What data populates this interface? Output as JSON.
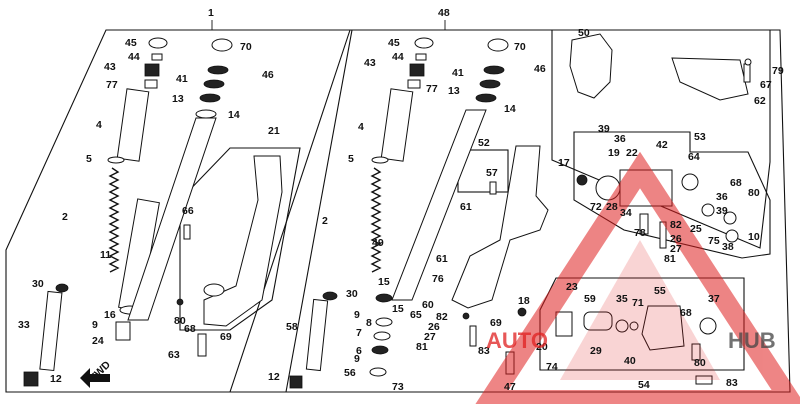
{
  "diagram": {
    "labels": {
      "g1": "1",
      "g48": "48",
      "l45": "45",
      "l44": "44",
      "l43": "43",
      "l77": "77",
      "l4": "4",
      "l5": "5",
      "l2": "2",
      "l11": "11",
      "l30": "30",
      "l33": "33",
      "l9": "9",
      "l16": "16",
      "l24": "24",
      "l12": "12",
      "l70": "70",
      "l41": "41",
      "l46": "46",
      "l13": "13",
      "l14": "14",
      "l21": "21",
      "l66": "66",
      "l80": "80",
      "l68": "68",
      "l69": "69",
      "l63": "63",
      "r45": "45",
      "r44": "44",
      "r43": "43",
      "r77": "77",
      "r4": "4",
      "r5": "5",
      "r2": "2",
      "r49": "49",
      "r30": "30",
      "r58": "58",
      "r12": "12",
      "r70": "70",
      "r41": "41",
      "r46": "46",
      "r13": "13",
      "r14": "14",
      "r52": "52",
      "r57": "57",
      "r61a": "61",
      "r61b": "61",
      "r76": "76",
      "r15a": "15",
      "r15b": "15",
      "r9a": "9",
      "r9b": "9",
      "r8": "8",
      "r7": "7",
      "r6": "6",
      "r56": "56",
      "r73": "73",
      "r60": "60",
      "r65": "65",
      "r82a": "82",
      "r26a": "26",
      "r27a": "27",
      "r81a": "81",
      "r69": "69",
      "r83": "83",
      "i50": "50",
      "i79": "79",
      "i67": "67",
      "i62": "62",
      "i39": "39",
      "i36a": "36",
      "i53": "53",
      "i19": "19",
      "i22": "22",
      "i42": "42",
      "i17": "17",
      "i64": "64",
      "i28": "28",
      "i72": "72",
      "i34": "34",
      "i68a": "68",
      "i80a": "80",
      "i36b": "36",
      "i39b": "39",
      "i78": "78",
      "i82b": "82",
      "i25": "25",
      "i26b": "26",
      "i27b": "27",
      "i75": "75",
      "i38": "38",
      "i10": "10",
      "i81b": "81",
      "b23": "23",
      "b59": "59",
      "b35": "35",
      "b71": "71",
      "b55": "55",
      "b37": "37",
      "b18": "18",
      "b20": "20",
      "b29": "29",
      "b74": "74",
      "b40": "40",
      "b68": "68",
      "b80": "80",
      "b54": "54",
      "b83": "83",
      "b47": "47",
      "fwd": "FWD"
    },
    "watermark": {
      "brand_left": "AUTO",
      "brand_right": "HUB",
      "color": "#e02020"
    }
  }
}
